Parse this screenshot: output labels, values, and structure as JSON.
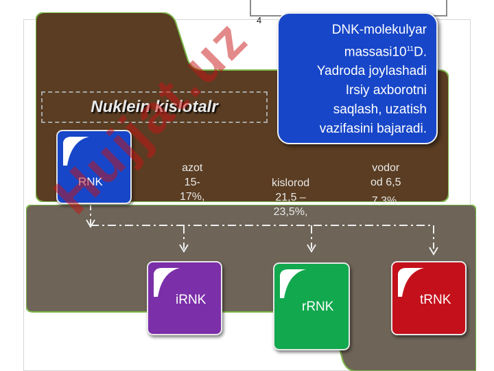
{
  "slide_number": "4",
  "title": "Nuklein kislotalr",
  "info_lines": [
    "DNK-molekulyar",
    "massasi10",
    "Yadroda joylashadi",
    "Irsiy axborotni",
    "saqlash, uzatish",
    "vazifasini bajaradi."
  ],
  "info_exponent": "11",
  "info_unit": "D.",
  "root_card": {
    "label": "RNK",
    "color": "#1746c8"
  },
  "composition": [
    {
      "lines": [
        "azot",
        "15-",
        "17%,"
      ]
    },
    {
      "lines": [
        "kislorod",
        "21,5 –",
        "23,5%,"
      ]
    },
    {
      "lines": [
        "vodor",
        "od 6,5",
        "7,3%,"
      ]
    }
  ],
  "child_cards": [
    {
      "label": "iRNK",
      "color": "#7b2fa8"
    },
    {
      "label": "rRNK",
      "color": "#12a84e"
    },
    {
      "label": "tRNK",
      "color": "#c4101b"
    }
  ],
  "watermark": "Hujjat.uz",
  "colors": {
    "folder_dark": "#5a3d22",
    "folder_light": "#6e6457",
    "accent_green": "#7ab648"
  }
}
